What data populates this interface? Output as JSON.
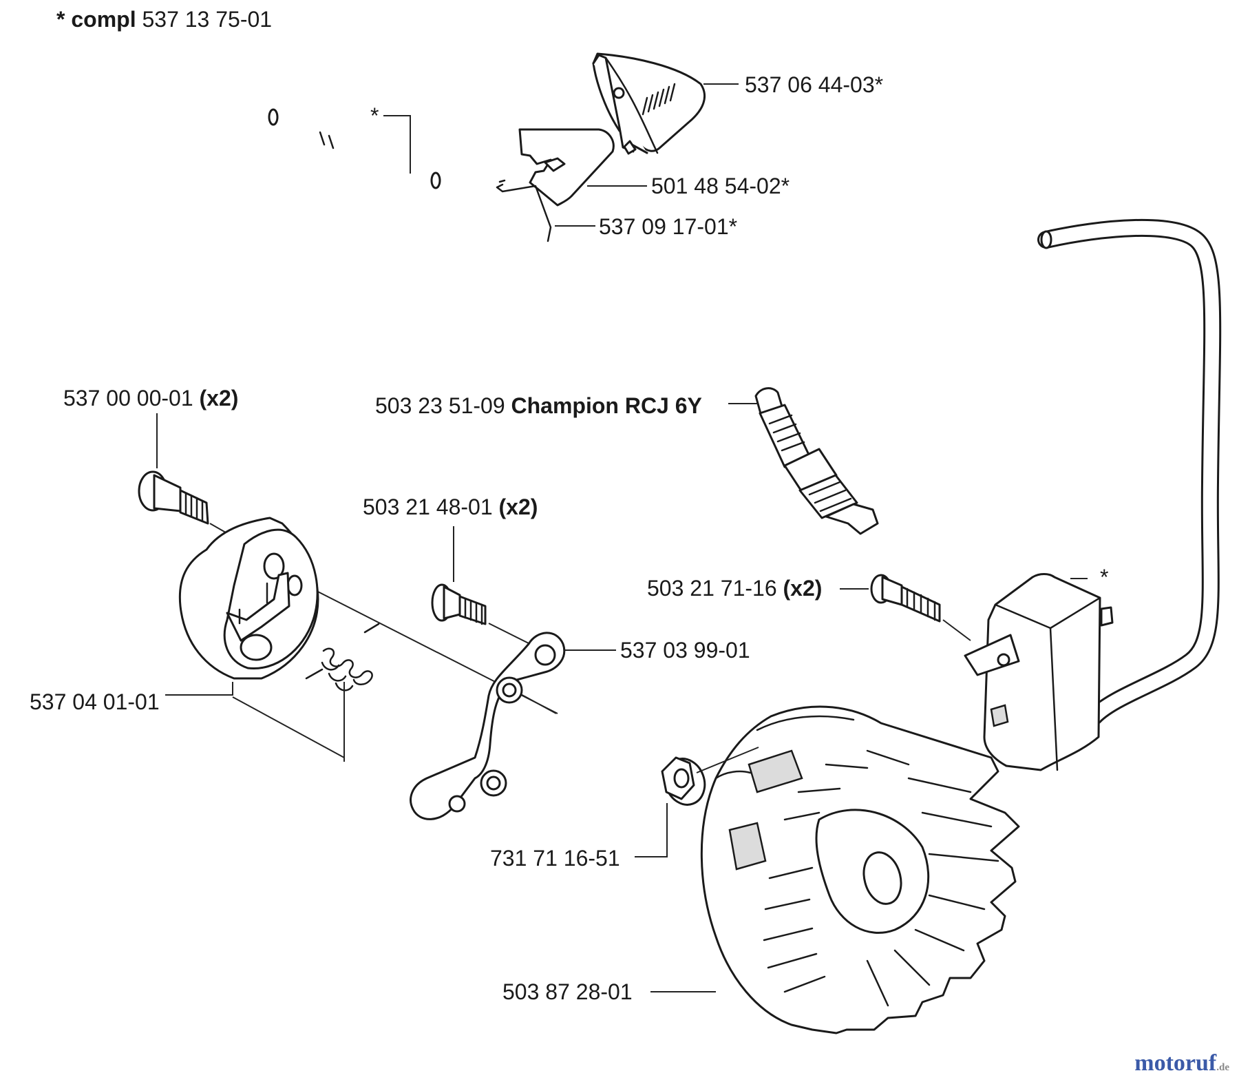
{
  "header": {
    "asterisk": "*",
    "compl_word": "compl",
    "compl_number": "537 13 75-01"
  },
  "labels": {
    "cover": "537 06 44-03*",
    "plate": "501 48 54-02*",
    "wire_clip": "537 09 17-01*",
    "screw_top_left_number": "537 00 00-01",
    "screw_top_left_qty": "(x2)",
    "spark_plug_number": "503 23 51-09",
    "spark_plug_name": "Champion RCJ 6Y",
    "screw_mid_number": "503 21 48-01",
    "screw_mid_qty": "(x2)",
    "coil_screw_number": "503 21 71-16",
    "coil_screw_qty": "(x2)",
    "pawl_arm": "537 03 99-01",
    "clutch_hub": "537 04 01-01",
    "nut": "731 71 16-51",
    "flywheel": "503 87 28-01",
    "hose_star": "*",
    "coil_star": "*"
  },
  "watermark": {
    "brand": "motoruf",
    "tld": ".de"
  },
  "colors": {
    "watermark_brand": "#3b5aa8",
    "watermark_accent": "#c0392b"
  },
  "icons": [
    "fuel-hose-icon",
    "cover-icon",
    "plate-icon",
    "wire-clip-icon",
    "ignition-wire-icon",
    "screw-icon",
    "spark-plug-icon",
    "clutch-hub-icon",
    "spring-icon",
    "pawl-arm-icon",
    "ignition-coil-icon",
    "nut-icon",
    "flywheel-icon"
  ]
}
